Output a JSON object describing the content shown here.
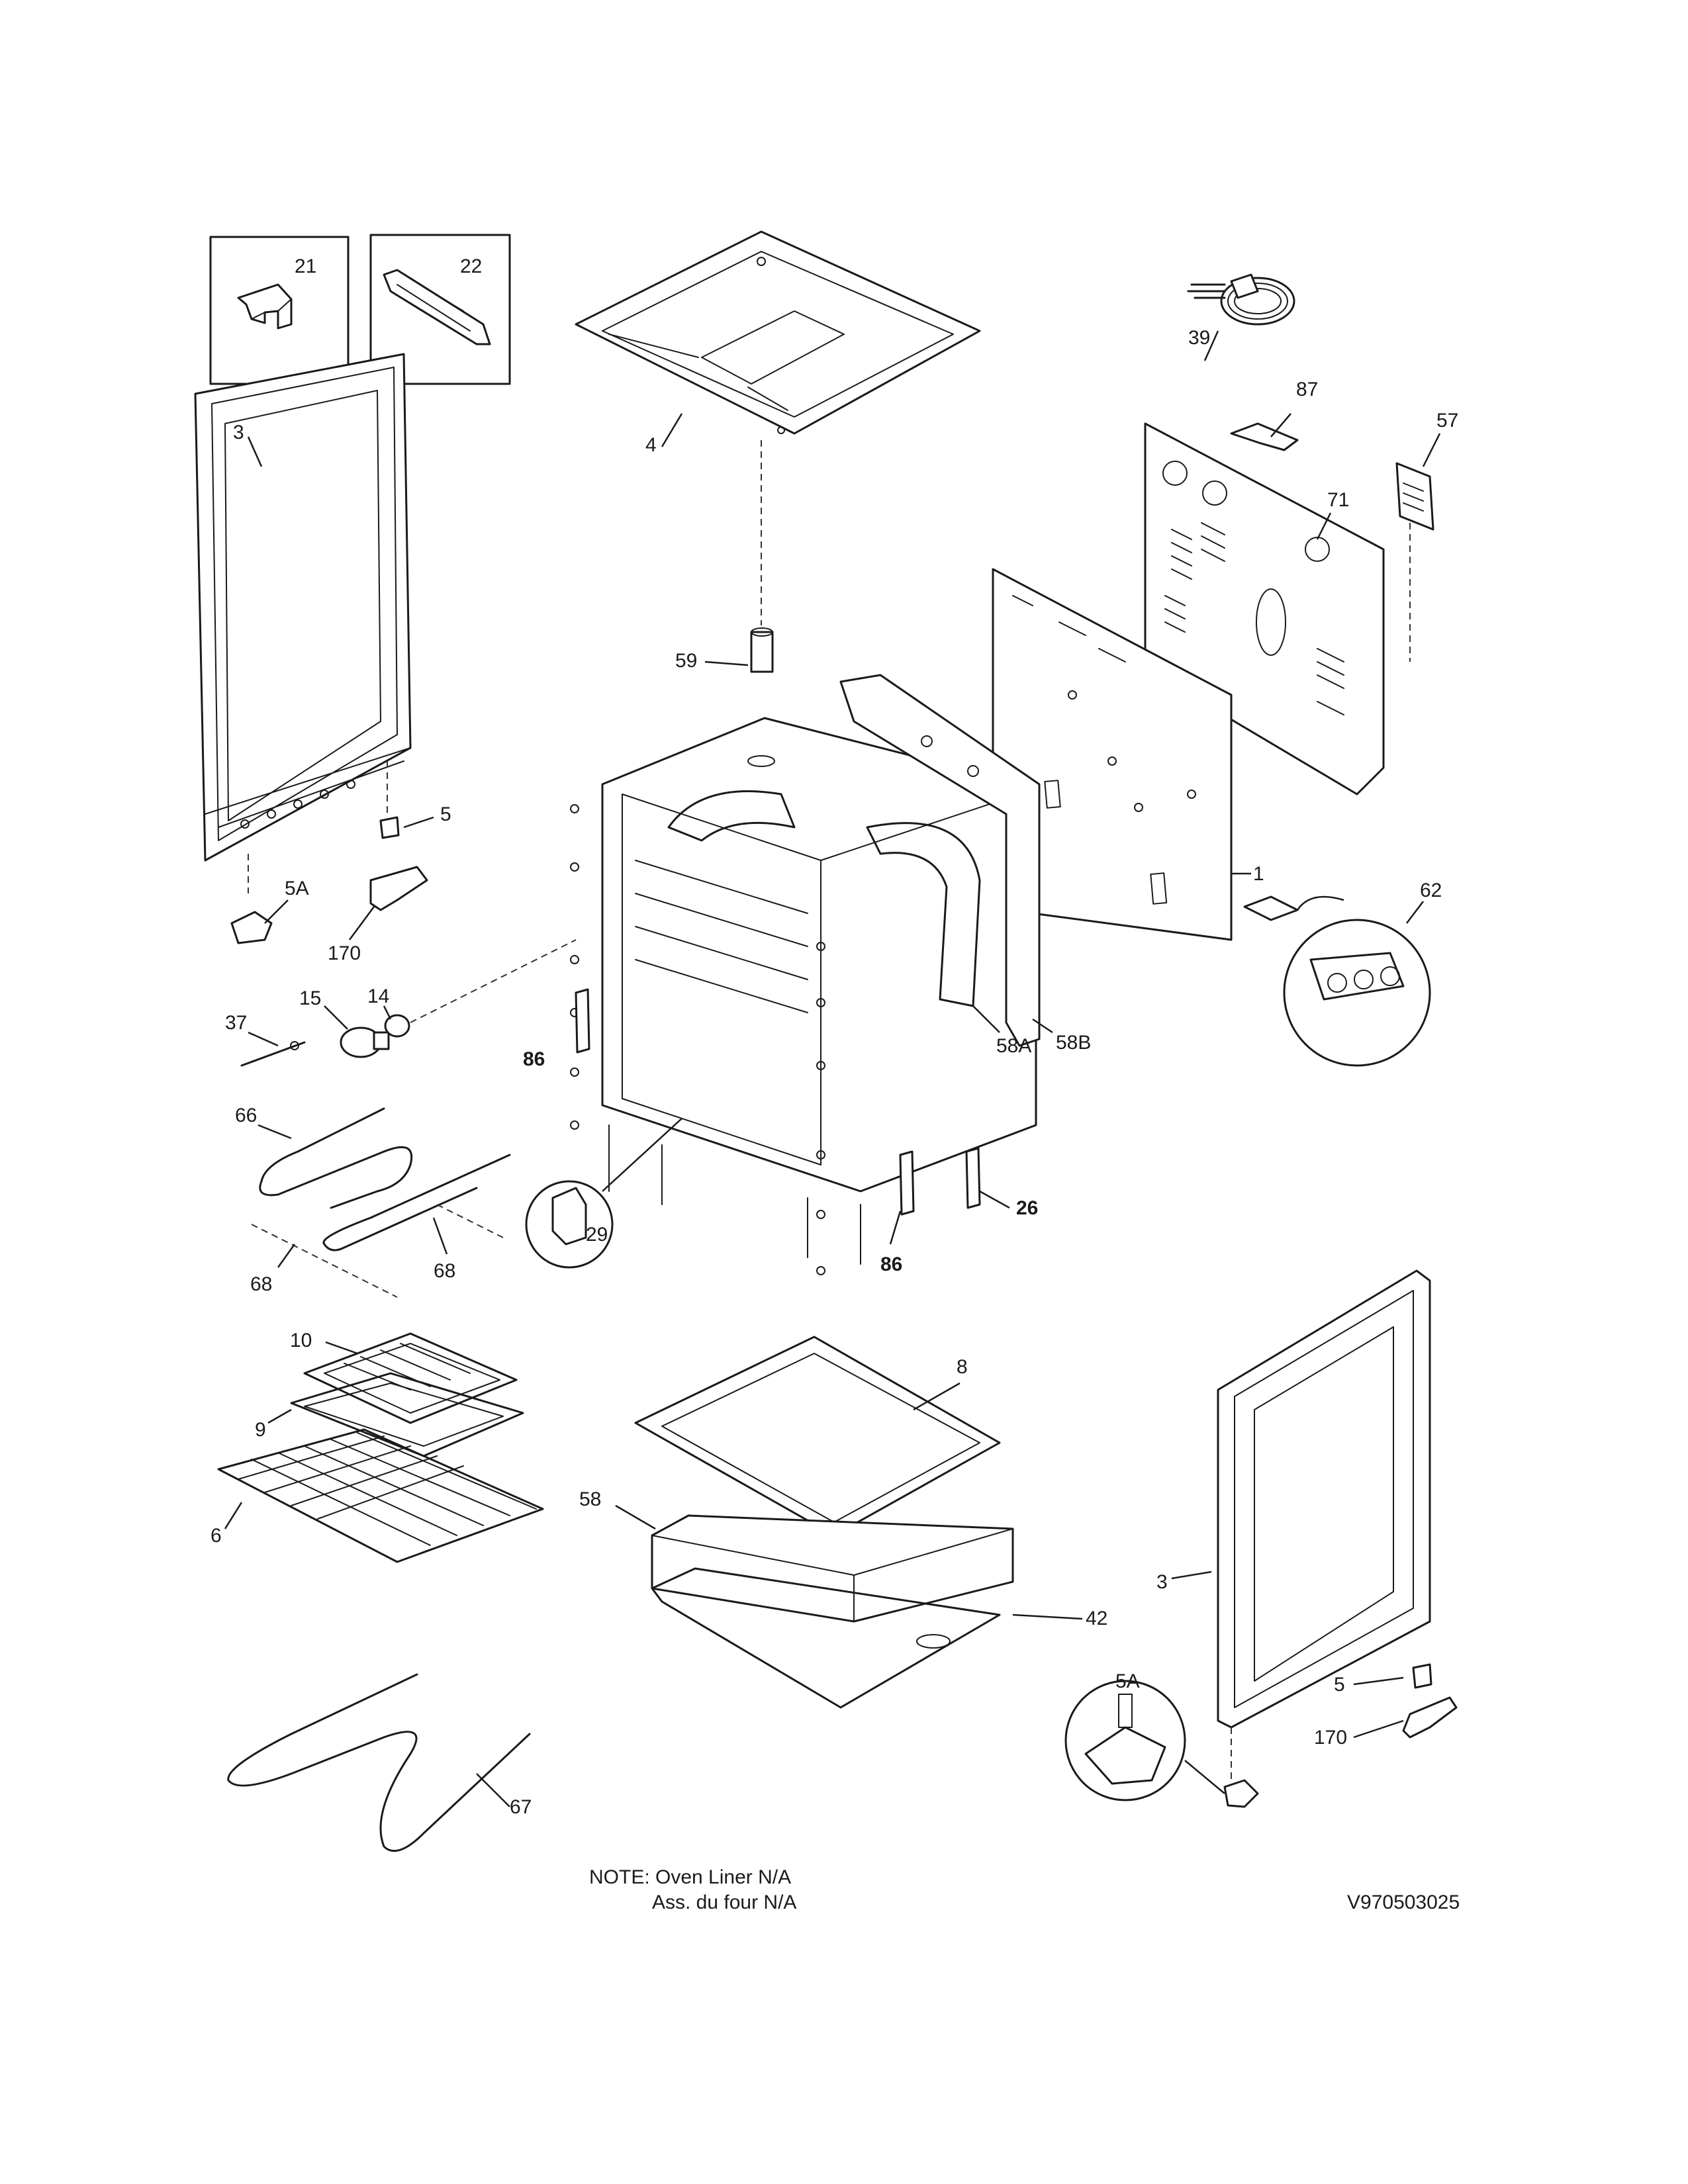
{
  "diagram": {
    "callouts": {
      "c21": "21",
      "c22": "22",
      "c3_left": "3",
      "c4": "4",
      "c39": "39",
      "c87": "87",
      "c57": "57",
      "c71": "71",
      "c59": "59",
      "c5_left": "5",
      "c5A_left": "5A",
      "c170_left": "170",
      "c1": "1",
      "c62": "62",
      "c15": "15",
      "c14": "14",
      "c37": "37",
      "c86_left": "86",
      "c58A": "58A",
      "c58B": "58B",
      "c66": "66",
      "c29": "29",
      "c26": "26",
      "c86_bottom": "86",
      "c68_left": "68",
      "c68_right": "68",
      "c10": "10",
      "c8": "8",
      "c9": "9",
      "c6": "6",
      "c58": "58",
      "c3_right": "3",
      "c42": "42",
      "c5A_right": "5A",
      "c5_right": "5",
      "c170_right": "170",
      "c67": "67"
    },
    "note_line1": "NOTE: Oven Liner N/A",
    "note_line2": "Ass. du four N/A",
    "drawing_id": "V970503025"
  }
}
